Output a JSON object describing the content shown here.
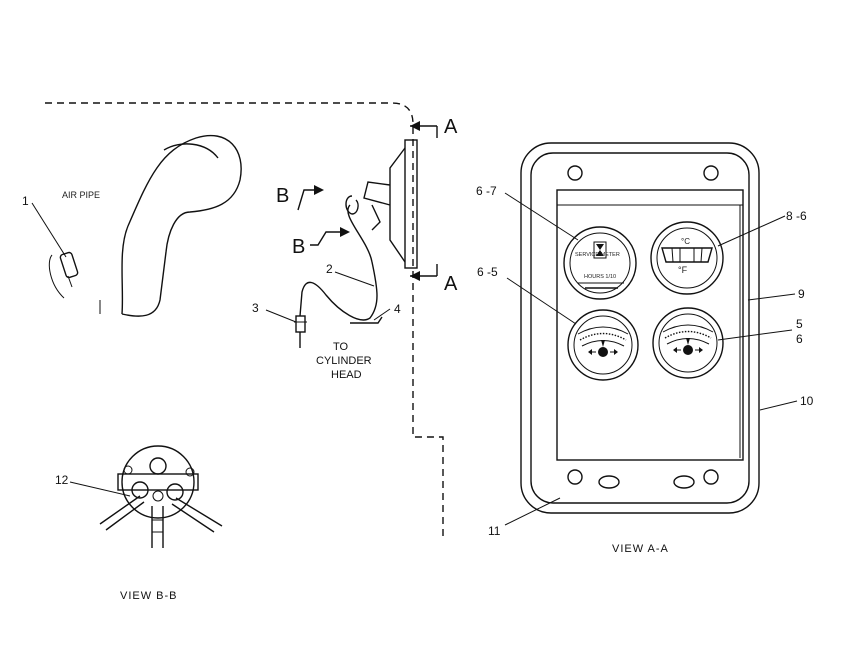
{
  "labels": {
    "air_pipe": "AIR PIPE",
    "callout_1": "1",
    "callout_2": "2",
    "callout_3": "3",
    "callout_4": "4",
    "to_cylinder_head": [
      "TO",
      "CYLINDER",
      "HEAD"
    ],
    "section_a_top": "A",
    "section_a_bottom": "A",
    "section_b_top": "B",
    "section_b_bottom": "B",
    "callout_12": "12",
    "view_b_caption": "VIEW B-B",
    "callout_6_7": "6 -7",
    "callout_6_5": "6 -5",
    "callout_8_6": "8 -6",
    "callout_9": "9",
    "callout_5": "5",
    "callout_6": "6",
    "callout_10": "10",
    "callout_11": "11",
    "view_a_caption": "VIEW A-A"
  },
  "gauges": {
    "hourmeter_line1": "SERVICE METER",
    "hourmeter_line2": "HOURS 1/10",
    "temp_c": "°C",
    "temp_f": "°F"
  }
}
